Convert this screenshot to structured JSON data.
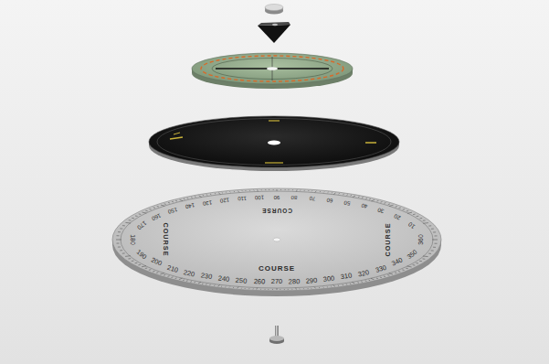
{
  "diagram": {
    "labels": [
      "COURSE",
      "COURSE",
      "COURSE",
      "COURSE",
      "10",
      "20",
      "30",
      "40",
      "50",
      "60",
      "70",
      "80",
      "90",
      "100",
      "110",
      "120",
      "130",
      "140",
      "150",
      "160",
      "170",
      "180",
      "190",
      "200",
      "210",
      "220",
      "230",
      "240",
      "250",
      "260",
      "270",
      "280",
      "290",
      "300",
      "310",
      "320",
      "330",
      "340",
      "350",
      "360"
    ]
  }
}
